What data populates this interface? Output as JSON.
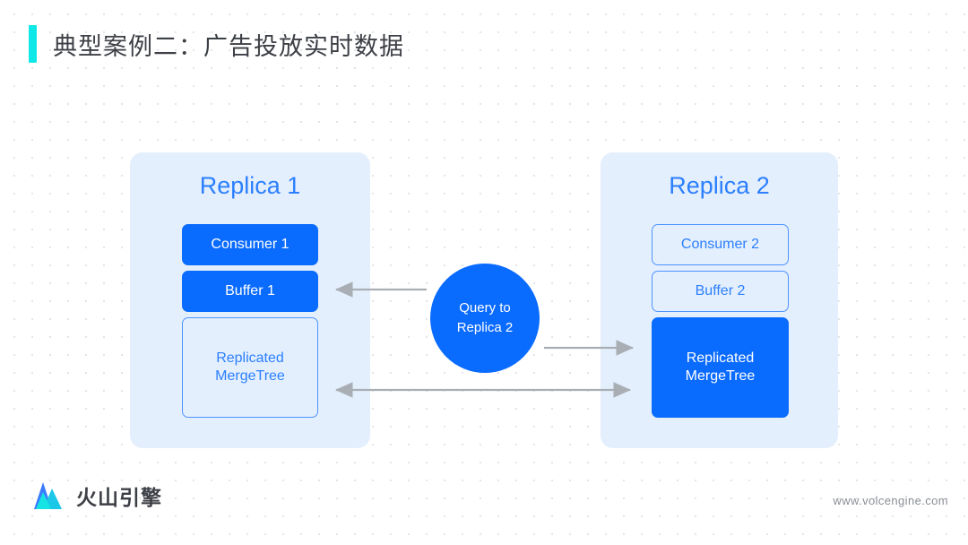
{
  "header": {
    "title": "典型案例二：广告投放实时数据",
    "accent_color": "#10E7E7"
  },
  "diagram": {
    "panel_color": "#E4EFFD",
    "fill_color": "#0A6BFF",
    "outline_color": "#4D93FF",
    "arrow_color": "#A9AEB4",
    "left_panel": {
      "title": "Replica 1",
      "nodes": [
        {
          "label": "Consumer  1",
          "style": "filled"
        },
        {
          "label": "Buffer  1",
          "style": "filled"
        },
        {
          "label": "Replicated\nMergeTree",
          "line1": "Replicated",
          "line2": "MergeTree",
          "style": "outline"
        }
      ]
    },
    "right_panel": {
      "title": "Replica 2",
      "nodes": [
        {
          "label": "Consumer  2",
          "style": "outline"
        },
        {
          "label": "Buffer  2",
          "style": "outline"
        },
        {
          "label": "Replicated\nMergeTree",
          "line1": "Replicated",
          "line2": "MergeTree",
          "style": "filled"
        }
      ]
    },
    "center_node": {
      "line1": "Query to",
      "line2": "Replica 2"
    },
    "arrows": [
      {
        "name": "query-to-buffer1",
        "direction": "left"
      },
      {
        "name": "query-to-mergetree2",
        "direction": "right"
      },
      {
        "name": "mergetree1-to-mergetree2",
        "direction": "both"
      }
    ]
  },
  "footer": {
    "brand": "火山引擎",
    "url": "www.volcengine.com"
  }
}
